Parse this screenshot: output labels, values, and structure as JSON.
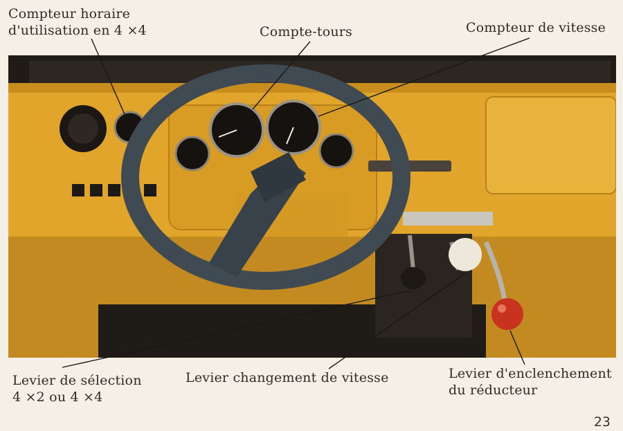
{
  "labels": {
    "hour_meter": "Compteur horaire\nd'utilisation en 4 ×4",
    "tachometer": "Compte-tours",
    "speedometer": "Compteur de vitesse",
    "selector_lever": "Levier de sélection\n4 ×2 ou 4 ×4",
    "gear_lever": "Levier changement de vitesse",
    "reducer_lever": "Levier d'enclenchement\ndu réducteur"
  },
  "page_number": "23",
  "colors": {
    "dashboard": "#e0a52a",
    "dashboard_shadow": "#b9801a",
    "page": "#f4f0e6",
    "steering_wheel": "#3f4a52",
    "knob_red": "#c8331f",
    "knob_white": "#ece8dc"
  }
}
